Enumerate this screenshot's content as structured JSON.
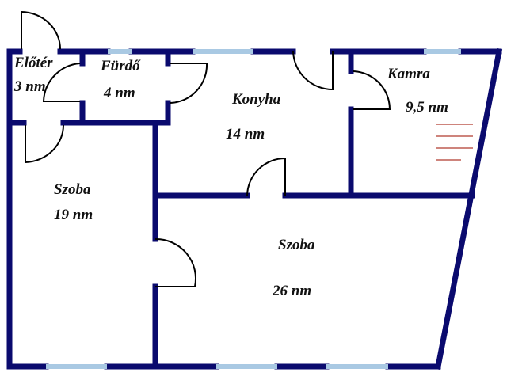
{
  "floor_plan": {
    "colors": {
      "wall": "#0a0a6e",
      "window": "#a9c9e3",
      "door": "#000000",
      "stair": "#b03a2e"
    },
    "rooms": [
      {
        "id": "eloter",
        "name": "Előtér",
        "area": "3 nm"
      },
      {
        "id": "furdo",
        "name": "Fürdő",
        "area": "4 nm"
      },
      {
        "id": "konyha",
        "name": "Konyha",
        "area": "14 nm"
      },
      {
        "id": "kamra",
        "name": "Kamra",
        "area": "9,5 nm"
      },
      {
        "id": "szoba1",
        "name": "Szoba",
        "area": "19 nm"
      },
      {
        "id": "szoba2",
        "name": "Szoba",
        "area": "26 nm"
      }
    ]
  }
}
